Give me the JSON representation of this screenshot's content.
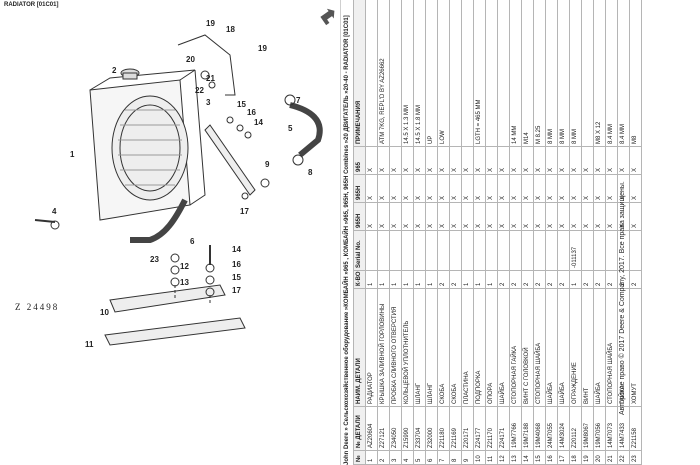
{
  "page": {
    "title": "RADIATOR [01C01]",
    "figure_code": "Z 24498"
  },
  "icons": {
    "back": "back-arrow-icon"
  },
  "labels": [
    "19",
    "18",
    "20",
    "19",
    "2",
    "21",
    "22",
    "3",
    "7",
    "5",
    "14",
    "16",
    "15",
    "1",
    "8",
    "9",
    "17",
    "10",
    "4",
    "6",
    "12",
    "23",
    "13",
    "17",
    "15",
    "16",
    "14",
    "11"
  ],
  "sheet": {
    "title_line": "John Deere » Сельскохозяйственное оборудование »КОМБАЙН »965 , КОМБАЙН »965, 965H, 965H Combines »20 ДВИГАТЕЛЬ »20-40 - RADIATOR [01C01]",
    "headers": [
      "№",
      "№ ДЕТАЛИ",
      "НАИМ. ДЕТАЛИ",
      "К-ВО",
      "Serial No.",
      "965H",
      "965H",
      "965",
      "ПРИМЕЧАНИЯ"
    ],
    "rows": [
      [
        "1",
        "AZ20604",
        "РАДИАТОР",
        "1",
        "",
        "X",
        "X",
        "X",
        ""
      ],
      [
        "2",
        "Z27121",
        "КРЫШКА ЗАЛИВНОЙ ГОРЛОВИНЫ",
        "1",
        "",
        "X",
        "X",
        "X",
        "ATM 7KG, REPL'D BY AZ26662"
      ],
      [
        "3",
        "Z34050",
        "ПРОБКА СЛИВНОГО ОТВЕРСТИЯ",
        "1",
        "",
        "X",
        "X",
        "X",
        ""
      ],
      [
        "4",
        "Z15990",
        "КОЛЬЦЕВОЙ УПЛОТНИТЕЛЬ",
        "1",
        "",
        "X",
        "X",
        "X",
        "14.5 X 1.3 MM"
      ],
      [
        "5",
        "Z33704",
        "ШЛАНГ",
        "1",
        "",
        "X",
        "X",
        "X",
        "14.5 X 1.8 MM"
      ],
      [
        "6",
        "Z32000",
        "ШЛАНГ",
        "1",
        "",
        "X",
        "X",
        "X",
        "UP"
      ],
      [
        "7",
        "Z21180",
        "СКОБА",
        "2",
        "",
        "X",
        "X",
        "X",
        "LOW"
      ],
      [
        "8",
        "Z21169",
        "СКОБА",
        "2",
        "",
        "X",
        "X",
        "X",
        ""
      ],
      [
        "9",
        "Z20171",
        "ПЛАСТИНА",
        "1",
        "",
        "X",
        "X",
        "X",
        ""
      ],
      [
        "10",
        "Z24177",
        "ПОДПОРКА",
        "1",
        "",
        "X",
        "X",
        "X",
        "LGTH = 465 MM"
      ],
      [
        "11",
        "Z21170",
        "ОПОРА",
        "1",
        "",
        "X",
        "X",
        "X",
        ""
      ],
      [
        "12",
        "Z24171",
        "ШАЙБА",
        "2",
        "",
        "X",
        "X",
        "X",
        ""
      ],
      [
        "13",
        "19M7766",
        "СТОПОРНАЯ ГАЙКА",
        "2",
        "",
        "X",
        "X",
        "X",
        "14 MM"
      ],
      [
        "14",
        "19M7188",
        "ВИНТ С ГОЛОВКОЙ",
        "2",
        "",
        "X",
        "X",
        "X",
        "M14"
      ],
      [
        "15",
        "19M4068",
        "СТОПОРНАЯ ШАЙБА",
        "2",
        "",
        "X",
        "X",
        "X",
        "M 8.25"
      ],
      [
        "16",
        "24M7055",
        "ШАЙБА",
        "2",
        "",
        "X",
        "X",
        "X",
        "8 MM"
      ],
      [
        "17",
        "14M3024",
        "ШАЙБА",
        "2",
        "",
        "X",
        "X",
        "X",
        "8 MM"
      ],
      [
        "18",
        "Z20112",
        "ОГРАЖДЕНИЕ",
        "1",
        "-011137",
        "X",
        "X",
        "X",
        "8 MM"
      ],
      [
        "19",
        "19M8067",
        "ВИНТ",
        "2",
        "",
        "X",
        "X",
        "X",
        ""
      ],
      [
        "20",
        "19M7056",
        "ШАЙБА",
        "2",
        "",
        "X",
        "X",
        "X",
        "M8 X 12"
      ],
      [
        "21",
        "14M7073",
        "СТОПОРНАЯ ШАЙБА",
        "2",
        "",
        "X",
        "X",
        "X",
        "8.4 MM"
      ],
      [
        "22",
        "14M7433",
        "ГАЙКА",
        "2",
        "",
        "X",
        "X",
        "X",
        "8.4 MM"
      ],
      [
        "23",
        "Z21158",
        "ХОМУТ",
        "2",
        "",
        "X",
        "X",
        "X",
        "M8"
      ]
    ]
  },
  "copyright": "Авторское право © 2017 Deere & Company, 2017. Все права защищены."
}
